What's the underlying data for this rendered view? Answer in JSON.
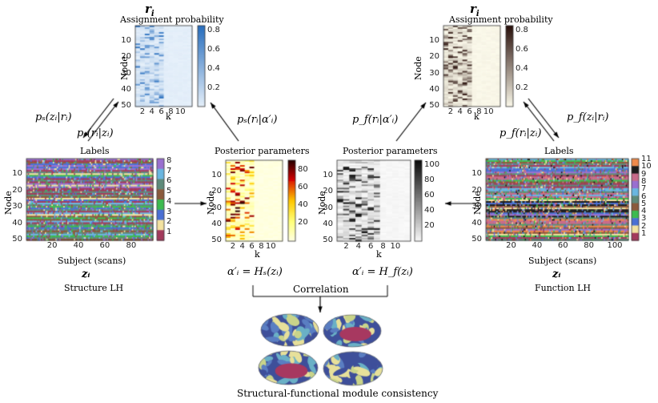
{
  "top_left": {
    "var": "r_i",
    "title": "Assignment probability",
    "xlabel": "k",
    "ylabel": "Node",
    "xticks": [
      "2",
      "4",
      "6",
      "8",
      "10"
    ],
    "yticks": [
      "10",
      "20",
      "30",
      "40",
      "50"
    ],
    "cbar_ticks": [
      "0.8",
      "0.6",
      "0.4",
      "0.2"
    ],
    "cmap": "blue"
  },
  "top_right": {
    "var": "r_i",
    "title": "Assignment probability",
    "xlabel": "k",
    "ylabel": "Node",
    "xticks": [
      "2",
      "4",
      "6",
      "8",
      "10"
    ],
    "yticks": [
      "10",
      "20",
      "30",
      "40",
      "50"
    ],
    "cbar_ticks": [
      "0.8",
      "0.6",
      "0.4",
      "0.2"
    ],
    "cmap": "brown"
  },
  "mid_left_post": {
    "title": "Posterior parameters",
    "xlabel": "k",
    "ylabel": "Node",
    "xticks": [
      "2",
      "4",
      "6",
      "8",
      "10"
    ],
    "yticks": [
      "10",
      "20",
      "30",
      "40",
      "50"
    ],
    "cbar_ticks": [
      "80",
      "60",
      "40",
      "20"
    ],
    "cmap": "hot",
    "formula": "α′ᵢ = Hₛ(zᵢ)"
  },
  "mid_right_post": {
    "title": "Posterior parameters",
    "xlabel": "k",
    "ylabel": "Node",
    "xticks": [
      "2",
      "4",
      "6",
      "8",
      "10"
    ],
    "yticks": [
      "10",
      "20",
      "30",
      "40",
      "50"
    ],
    "cbar_ticks": [
      "100",
      "80",
      "60",
      "40",
      "20"
    ],
    "cmap": "gray",
    "formula": "α′ᵢ = H_f(zᵢ)"
  },
  "labels_left": {
    "title": "Labels",
    "xlabel": "Subject (scans)",
    "ylabel": "Node",
    "xticks": [
      "20",
      "40",
      "60",
      "80"
    ],
    "yticks": [
      "10",
      "20",
      "30",
      "40",
      "50"
    ],
    "legend": [
      "8",
      "7",
      "6",
      "5",
      "4",
      "3",
      "2",
      "1"
    ],
    "var": "zᵢ",
    "caption": "Structure LH"
  },
  "labels_right": {
    "title": "Labels",
    "xlabel": "Subject (scans)",
    "ylabel": "Node",
    "xticks": [
      "20",
      "40",
      "60",
      "80",
      "100"
    ],
    "yticks": [
      "10",
      "20",
      "30",
      "40",
      "50"
    ],
    "legend": [
      "11",
      "10",
      "9",
      "8",
      "7",
      "6",
      "5",
      "4",
      "3",
      "2",
      "1"
    ],
    "var": "zᵢ",
    "caption": "Function LH"
  },
  "arrows": {
    "ps_z_given_r": "pₛ(zᵢ|rᵢ)",
    "ps_r_given_z": "pₛ(rᵢ|zᵢ)",
    "ps_r_given_alpha": "pₛ(rᵢ|α′ᵢ)",
    "pf_r_given_alpha": "p_f(rᵢ|α′ᵢ)",
    "pf_r_given_z": "p_f(rᵢ|zᵢ)",
    "pf_z_given_r": "p_f(zᵢ|rᵢ)"
  },
  "correlation_label": "Correlation",
  "bottom_caption": "Structural-functional module consistency",
  "colors": {
    "label_palette": [
      "#a33a5c",
      "#f3e2a0",
      "#4a6fd4",
      "#3dbb4f",
      "#8b5a3c",
      "#5e8a7a",
      "#6ab6e0",
      "#9a6fd0",
      "#c86b8a",
      "#1b1b1b",
      "#f08a4b"
    ]
  }
}
